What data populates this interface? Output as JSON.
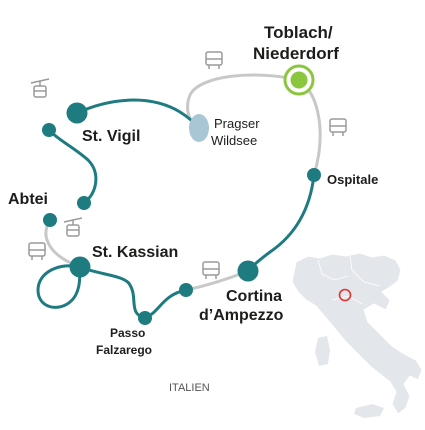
{
  "map": {
    "country_label": "ITALIEN",
    "places": {
      "toblach_line1": "Toblach/",
      "toblach_line2": "Niederdorf",
      "pragser_line1": "Pragser",
      "pragser_line2": "Wildsee",
      "st_vigil": "St. Vigil",
      "ospitale": "Ospitale",
      "abtei": "Abtei",
      "st_kassian": "St. Kassian",
      "cortina_line1": "Cortina",
      "cortina_line2": "d’Ampezzo",
      "passo_line1": "Passo",
      "passo_line2": "Falzarego"
    },
    "icons": [
      {
        "name": "bus-icon",
        "label": "Bus"
      },
      {
        "name": "cable-car-icon",
        "label": "Seilbahn"
      }
    ],
    "colors": {
      "hike_route": "#1e7b80",
      "transfer_route": "#c8c8c8",
      "start_marker": "#8cc63f",
      "lake": "#a9c6d4",
      "italy_fill": "#e3e6ea",
      "region_marker": "#e3342f"
    }
  }
}
